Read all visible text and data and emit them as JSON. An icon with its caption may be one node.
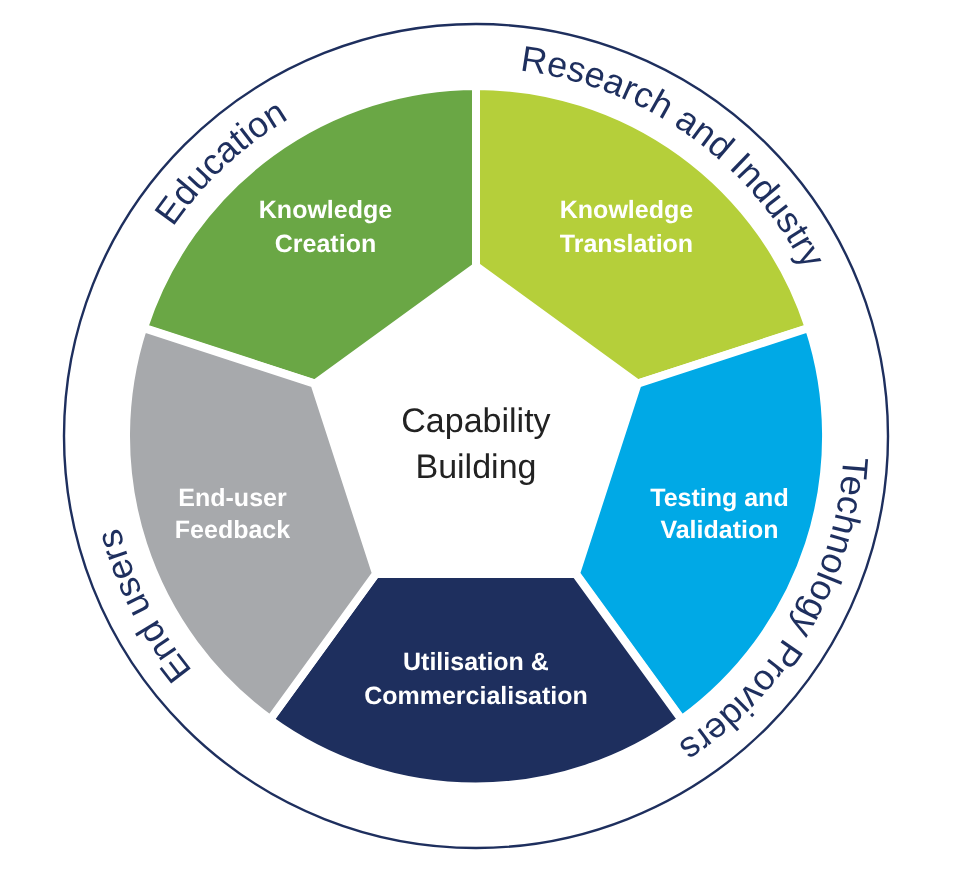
{
  "diagram": {
    "nodes": [
      {
        "text": [
          "Capability Building"
        ]
      },
      {
        "text": [
          "Knowledge Creation"
        ]
      },
      {
        "text": [
          "Knowledge Translation"
        ]
      },
      {
        "text": [
          "Testing and Validation"
        ]
      },
      {
        "text": [
          "Utilisation & Commercialisation"
        ]
      },
      {
        "text": [
          "End-user Feedback"
        ]
      }
    ],
    "labels": [
      "Education",
      "Research and Industry",
      "Technology Providers",
      "End users"
    ]
  }
}
